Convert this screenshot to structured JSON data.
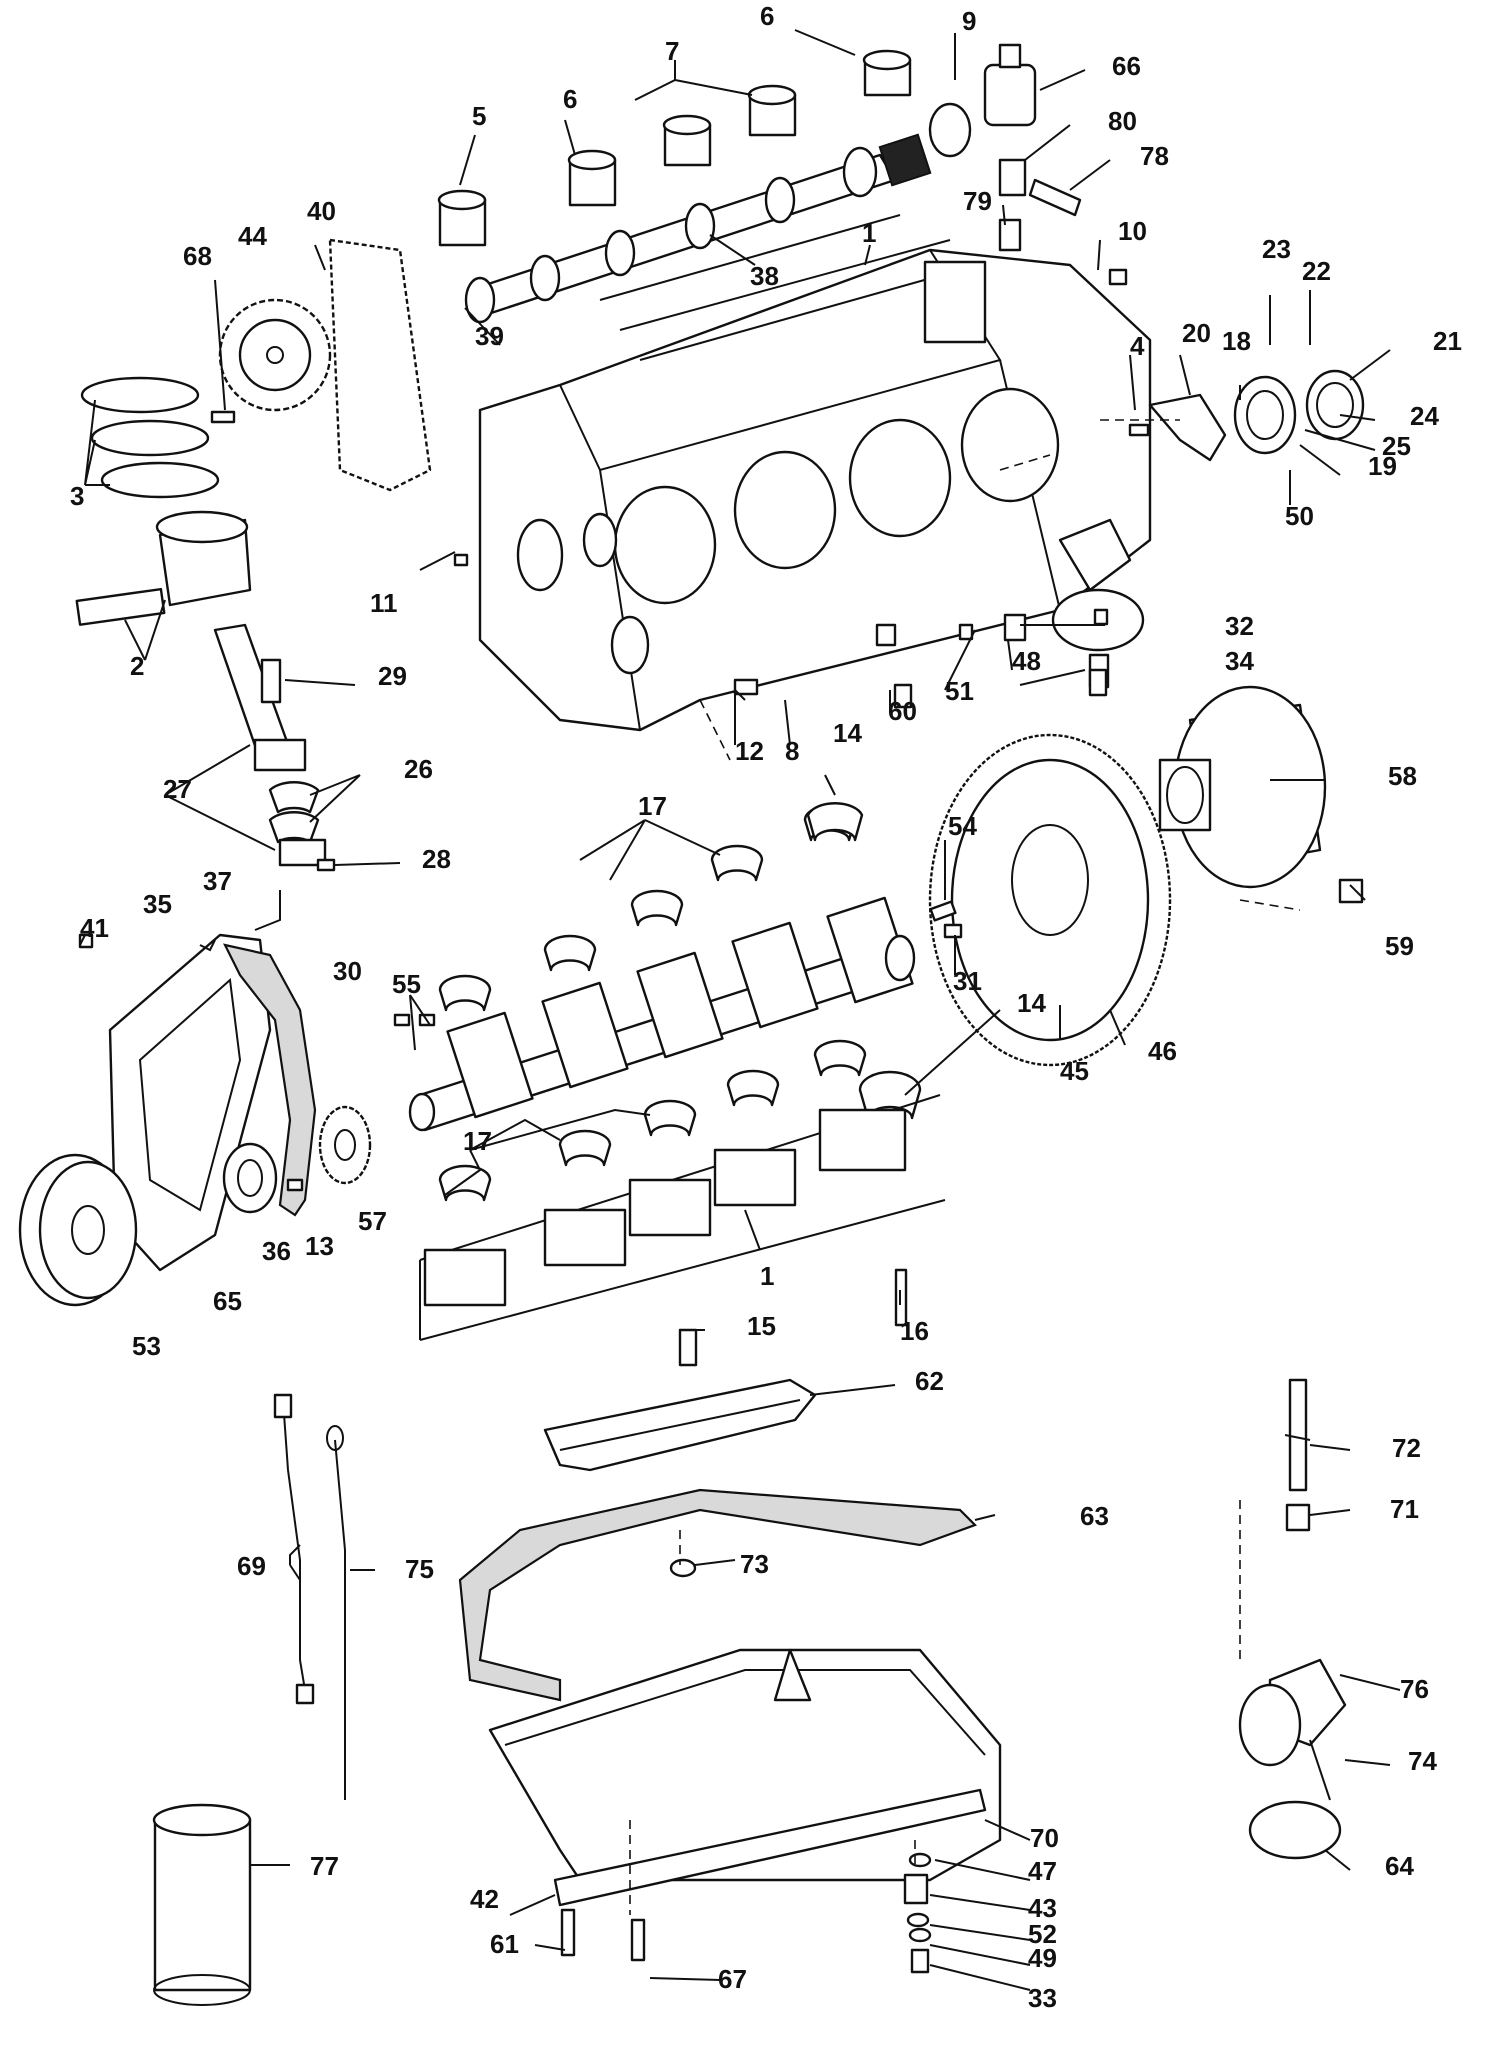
{
  "diagram": {
    "labels": [
      "1",
      "1",
      "2",
      "3",
      "4",
      "5",
      "6",
      "6",
      "7",
      "8",
      "9",
      "10",
      "11",
      "12",
      "13",
      "14",
      "14",
      "15",
      "16",
      "17",
      "17",
      "18",
      "19",
      "20",
      "21",
      "22",
      "23",
      "24",
      "25",
      "26",
      "27",
      "28",
      "29",
      "30",
      "31",
      "32",
      "33",
      "34",
      "35",
      "36",
      "37",
      "38",
      "39",
      "40",
      "41",
      "42",
      "43",
      "44",
      "45",
      "46",
      "47",
      "48",
      "49",
      "50",
      "51",
      "52",
      "53",
      "54",
      "55",
      "57",
      "58",
      "59",
      "60",
      "61",
      "62",
      "63",
      "64",
      "65",
      "66",
      "67",
      "68",
      "69",
      "70",
      "71",
      "72",
      "73",
      "74",
      "75",
      "76",
      "77",
      "78",
      "79",
      "80"
    ]
  }
}
